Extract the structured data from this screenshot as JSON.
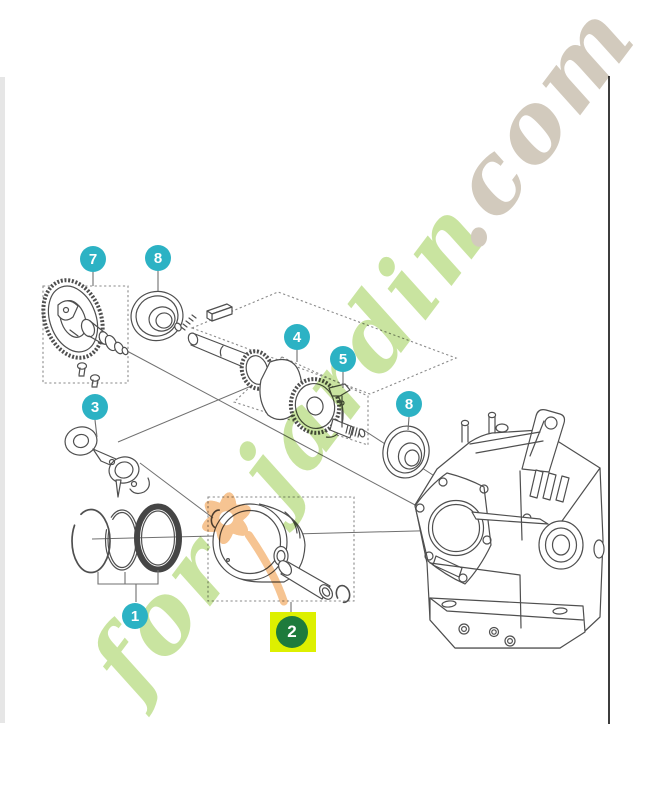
{
  "page": {
    "background": "#ffffff"
  },
  "rules": {
    "left_color": "#e6e6e6",
    "right_color": "#3d3d3d"
  },
  "drawing": {
    "stroke_color": "#4f4f4f",
    "construction_line_color": "#707070",
    "dashed_box_color": "#8a8a8a",
    "dark_ring_color": "#454545"
  },
  "watermark": {
    "full_text": "forjardin.com",
    "segment_for": "for",
    "segment_jardin": "jardin",
    "segment_com": ".com",
    "green": "#c9e4a0",
    "orange": "#f6c492",
    "gray": "#d2cabd",
    "icon": "flower-icon"
  },
  "badges": {
    "teal": "#2cb2c4",
    "selected_green": "#1e7b3c",
    "highlight_yellow": "#ddf000",
    "items": [
      {
        "label": "7"
      },
      {
        "label": "8"
      },
      {
        "label": "4"
      },
      {
        "label": "5"
      },
      {
        "label": "8"
      },
      {
        "label": "3"
      },
      {
        "label": "1"
      },
      {
        "label": "2",
        "selected": true
      }
    ]
  }
}
